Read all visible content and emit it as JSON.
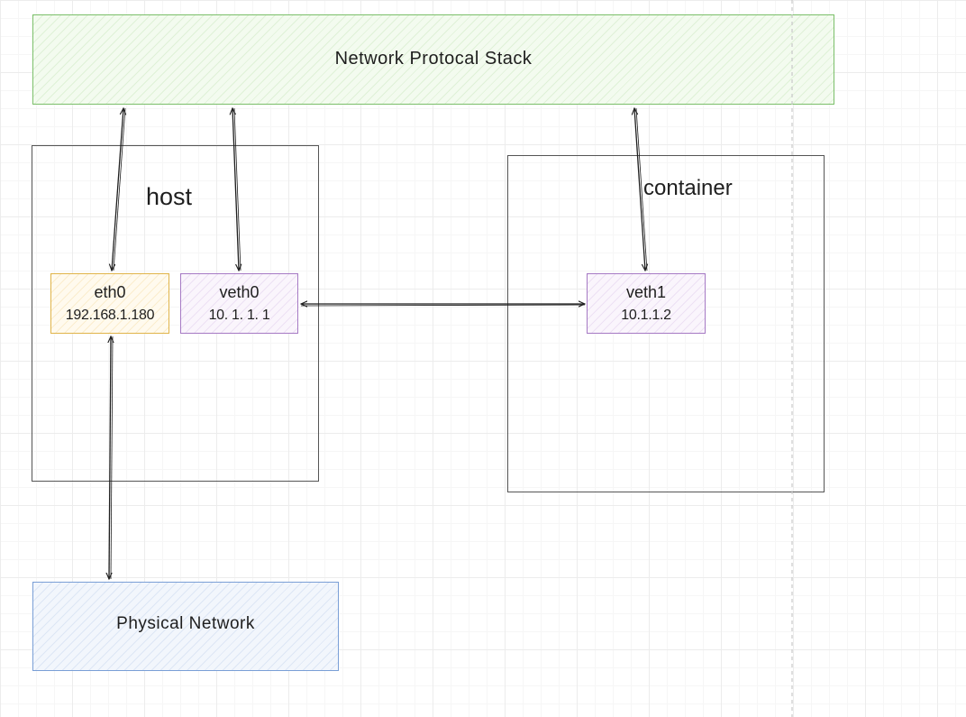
{
  "diagram": {
    "stack": {
      "label": "Network Protocal Stack"
    },
    "host": {
      "label": "host"
    },
    "container": {
      "label": "container"
    },
    "eth0": {
      "name": "eth0",
      "ip": "192.168.1.180"
    },
    "veth0": {
      "name": "veth0",
      "ip": "10. 1. 1. 1"
    },
    "veth1": {
      "name": "veth1",
      "ip": "10.1.1.2"
    },
    "physical": {
      "label": "Physical Network"
    }
  },
  "colors": {
    "stack_stroke": "#7bbf6a",
    "eth0_stroke": "#e0b44a",
    "veth_stroke": "#a67ac4",
    "physical_stroke": "#7a9fd6",
    "container_stroke": "#555555",
    "text": "#1e1e1e"
  },
  "edges": [
    {
      "from": "eth0",
      "to": "stack",
      "style": "double-arrow"
    },
    {
      "from": "veth0",
      "to": "stack",
      "style": "double-arrow"
    },
    {
      "from": "veth1",
      "to": "stack",
      "style": "double-arrow"
    },
    {
      "from": "veth0",
      "to": "veth1",
      "style": "double-arrow"
    },
    {
      "from": "eth0",
      "to": "physical",
      "style": "double-arrow"
    }
  ]
}
